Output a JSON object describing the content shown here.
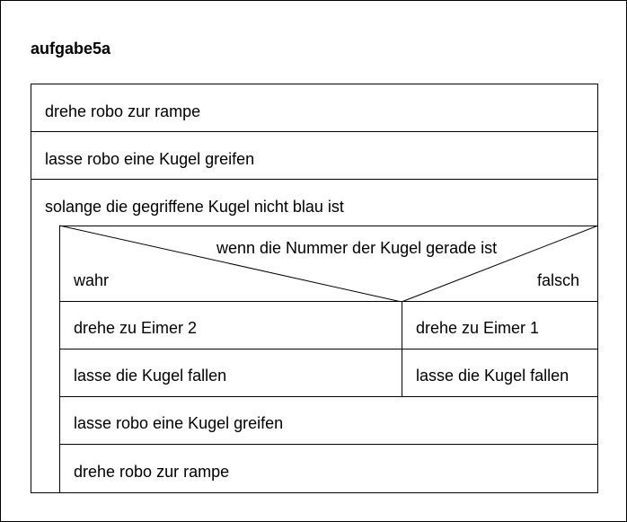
{
  "diagram": {
    "title": "aufgabe5a",
    "statements": [
      "drehe robo zur rampe",
      "lasse robo eine Kugel greifen"
    ],
    "loop": {
      "condition": "solange die gegriffene Kugel nicht blau ist",
      "decision": {
        "condition": "wenn die Nummer der Kugel gerade ist",
        "true_label": "wahr",
        "false_label": "falsch",
        "true_branch": [
          "drehe zu Eimer 2",
          "lasse die Kugel fallen"
        ],
        "false_branch": [
          "drehe zu Eimer 1",
          "lasse die Kugel fallen"
        ]
      },
      "after_decision": [
        "lasse robo eine Kugel greifen",
        "drehe robo zur rampe"
      ]
    }
  }
}
